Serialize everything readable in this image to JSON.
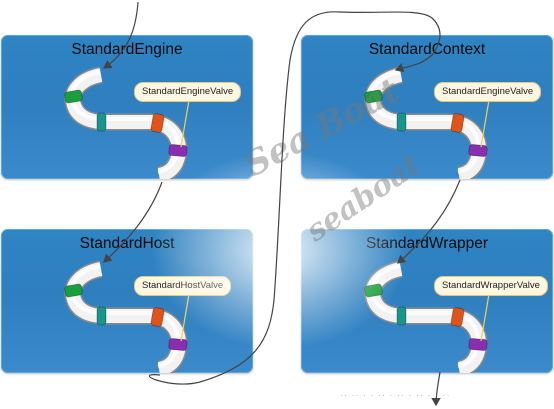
{
  "panels": [
    {
      "id": "engine",
      "title": "StandardEngine",
      "valve": "StandardEngineValve"
    },
    {
      "id": "context",
      "title": "StandardContext",
      "valve": "StandardEngineValve"
    },
    {
      "id": "host",
      "title": "StandardHost",
      "valve": "StandardHostValve"
    },
    {
      "id": "wrapper",
      "title": "StandardWrapper",
      "valve": "StandardWrapperValve"
    }
  ],
  "watermark": {
    "line1": "Sea Boat",
    "line2": "seaboat"
  },
  "colors": {
    "panel": "#2f80c0",
    "green": "#1a9e3a",
    "teal": "#17968c",
    "orange": "#e0531b",
    "purple": "#8a2eb0",
    "label_bg": "#fdf6e0"
  }
}
